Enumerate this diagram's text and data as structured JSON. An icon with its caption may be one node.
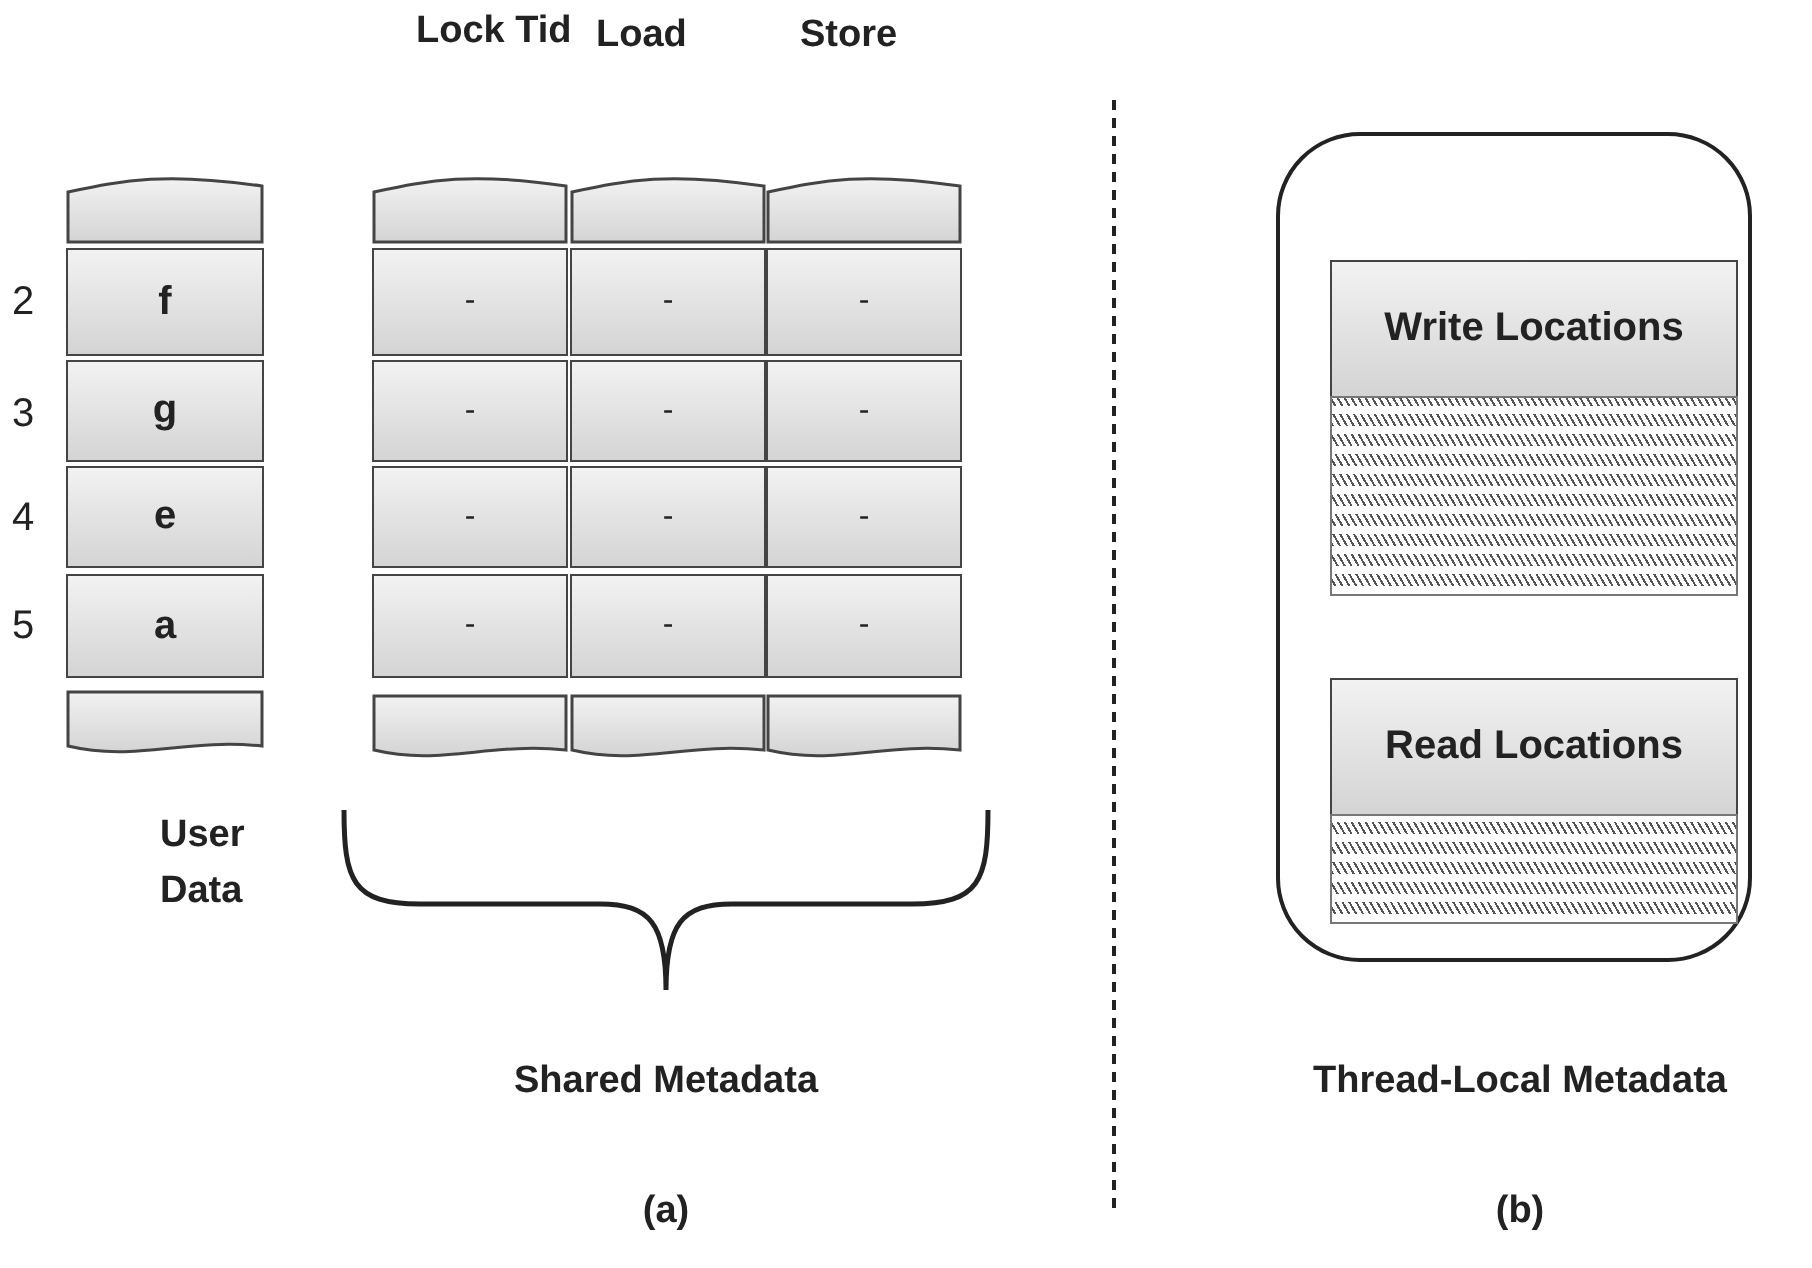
{
  "diagram": {
    "nodes": [
      {
        "text": [],
        "shape": "box"
      },
      {
        "text": [
          "f"
        ]
      },
      {
        "text": [
          "g"
        ]
      },
      {
        "text": [
          "e"
        ]
      },
      {
        "text": [
          "a"
        ]
      },
      {
        "text": [],
        "shape": "box"
      },
      {
        "text": [],
        "shape": "box"
      },
      {
        "text": [],
        "shape": "box"
      },
      {
        "text": [],
        "shape": "box"
      },
      {
        "text": [
          "-"
        ]
      },
      {
        "text": [
          "-"
        ]
      },
      {
        "text": [
          "-"
        ]
      },
      {
        "text": [
          "-"
        ]
      },
      {
        "text": [
          "-"
        ]
      },
      {
        "text": [
          "-"
        ]
      },
      {
        "text": [
          "-"
        ]
      },
      {
        "text": [
          "-"
        ]
      },
      {
        "text": [
          "-"
        ]
      },
      {
        "text": [
          "-"
        ]
      },
      {
        "text": [
          "-"
        ]
      },
      {
        "text": [
          "-"
        ]
      },
      {
        "text": [],
        "shape": "box"
      },
      {
        "text": [],
        "shape": "box"
      },
      {
        "text": [],
        "shape": "box"
      },
      {
        "text": [],
        "shape": "box"
      },
      {
        "text": [
          "Write Locations"
        ],
        "in": 24
      },
      {
        "text": [],
        "shape": "box",
        "in": 24
      },
      {
        "text": [
          "Read Locations"
        ],
        "in": 24
      },
      {
        "text": [],
        "shape": "box",
        "in": 24
      }
    ],
    "labels": [
      "Lock Tid",
      "Load",
      "Store",
      "2",
      "3",
      "4",
      "5",
      "User Data",
      "Shared Metadata",
      "Thread-Local Metadata",
      "(a)",
      "(b)"
    ]
  }
}
